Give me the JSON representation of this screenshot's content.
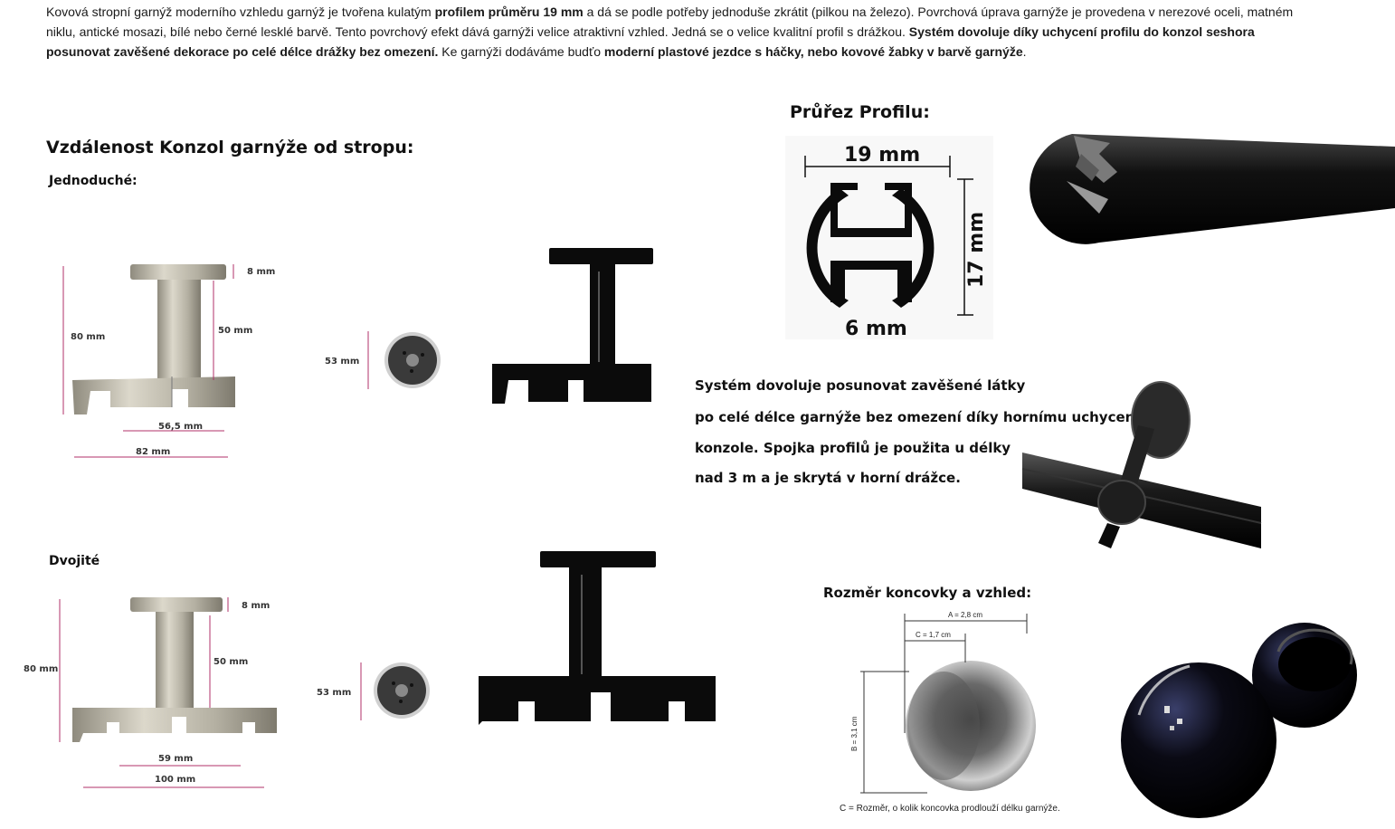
{
  "intro": {
    "p1": "Kovová stropní garnýž moderního vzhledu garnýž je tvořena kulatým ",
    "b1": "profilem průměru 19 mm",
    "p2": " a dá se podle potřeby jednoduše zkrátit (pilkou na železo). Povrchová úprava garnýže je provedena v nerezové oceli, matném niklu, antické mosazi, bílé nebo černé lesklé barvě. Tento povrchový efekt dává garnýži velice atraktivní vzhled. Jedná se o velice kvalitní profil s drážkou. ",
    "b2": "Systém dovoluje díky uchycení profilu do konzol seshora posunovat zavěšené dekorace po celé délce drážky bez omezení.",
    "p3": " Ke garnýži dodáváme budťo ",
    "b3": "moderní plastové jezdce s háčky, nebo kovové žabky v barvě garnýže",
    "p4": "."
  },
  "distance": {
    "title": "Vzdálenost Konzol garnýže od stropu:",
    "single_label": "Jednoduché:",
    "double_label": "Dvojité"
  },
  "single": {
    "height": "80 mm",
    "plate": "8 mm",
    "stem": "50 mm",
    "inner": "56,5 mm",
    "width": "82 mm",
    "disc": "53 mm"
  },
  "double": {
    "height": "80 mm",
    "plate": "8 mm",
    "stem": "50 mm",
    "inner": "59 mm",
    "width": "100 mm",
    "disc": "53 mm"
  },
  "profile": {
    "title": "Průřez Profilu:",
    "width": "19 mm",
    "height": "17 mm",
    "slot": "6 mm"
  },
  "system": {
    "line1": "Systém dovoluje posunovat zavěšené látky",
    "line2": "po celé délce garnýže bez omezení díky hornímu uchycení",
    "line3": "konzole. Spojka profilů je použita u délky",
    "line4": " nad 3 m a je skrytá v horní drážce."
  },
  "endcap": {
    "title": "Rozměr koncovky a vzhled:",
    "a": "A = 2,8 cm",
    "c": "C = 1,7 cm",
    "b": "B = 3,1 cm",
    "caption": "C = Rozměr, o kolik koncovka prodlouží délku garnýže."
  },
  "colors": {
    "nickel": "#b9b5a6",
    "black": "#0b0b0b",
    "dimension_line": "#b0306a"
  }
}
